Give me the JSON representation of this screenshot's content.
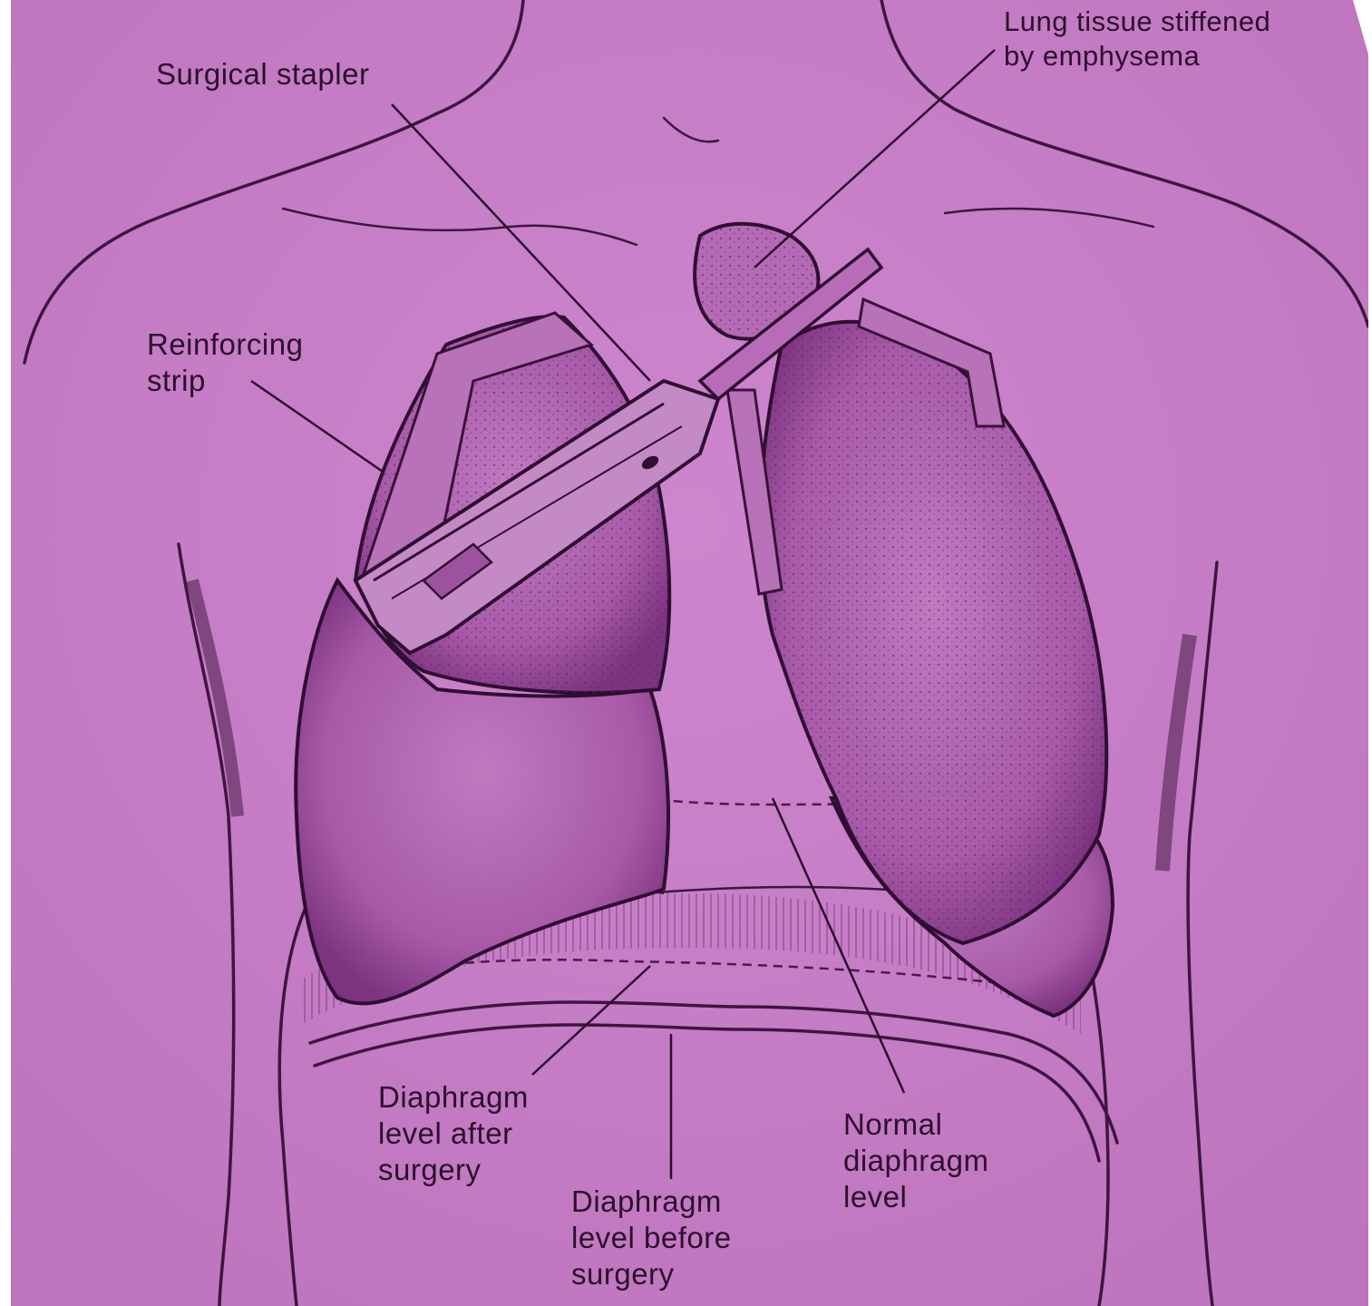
{
  "colors": {
    "paper": "#c67fc6",
    "ink": "#3d163f",
    "lung_shade": "#8a3f8c",
    "frame": "#ffffff"
  },
  "labels": {
    "surgical_stapler": "Surgical stapler",
    "lung_tissue": "Lung tissue stiffened\nby emphysema",
    "reinforcing_strip": "Reinforcing\nstrip",
    "diaphragm_after": "Diaphragm\nlevel after\nsurgery",
    "diaphragm_before": "Diaphragm\nlevel before\nsurgery",
    "normal_diaphragm": "Normal\ndiaphragm\nlevel"
  }
}
